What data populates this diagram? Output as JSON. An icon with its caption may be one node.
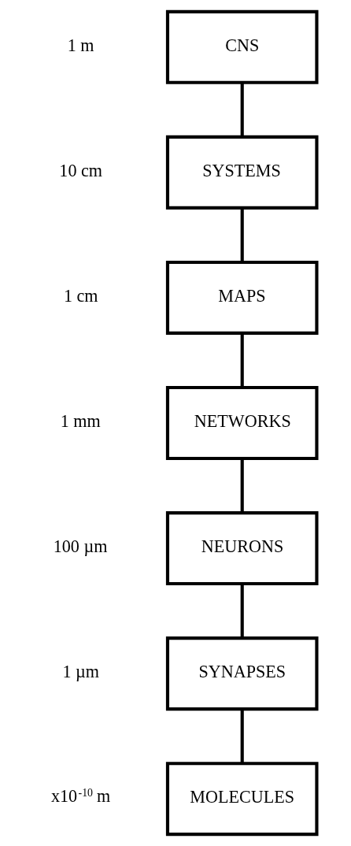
{
  "diagram": {
    "nodes": [
      {
        "text": [
          "CNS"
        ],
        "beside": [
          "1 m"
        ]
      },
      {
        "text": [
          "SYSTEMS"
        ],
        "beside": [
          "10 cm"
        ]
      },
      {
        "text": [
          "MAPS"
        ],
        "beside": [
          "1 cm"
        ]
      },
      {
        "text": [
          "NETWORKS"
        ],
        "beside": [
          "1 mm"
        ]
      },
      {
        "text": [
          "NEURONS"
        ],
        "beside": [
          "100 µm"
        ]
      },
      {
        "text": [
          "SYNAPSES"
        ],
        "beside": [
          "1 µm"
        ]
      },
      {
        "text": [
          "MOLECULES"
        ],
        "beside": [
          "x10$^{-10}$ m"
        ]
      }
    ],
    "edges": [
      {
        "from": 0,
        "to": 1,
        "arrow": "none"
      },
      {
        "from": 1,
        "to": 2,
        "arrow": "none"
      },
      {
        "from": 2,
        "to": 3,
        "arrow": "none"
      },
      {
        "from": 3,
        "to": 4,
        "arrow": "none"
      },
      {
        "from": 4,
        "to": 5,
        "arrow": "none"
      },
      {
        "from": 5,
        "to": 6,
        "arrow": "none"
      }
    ]
  }
}
